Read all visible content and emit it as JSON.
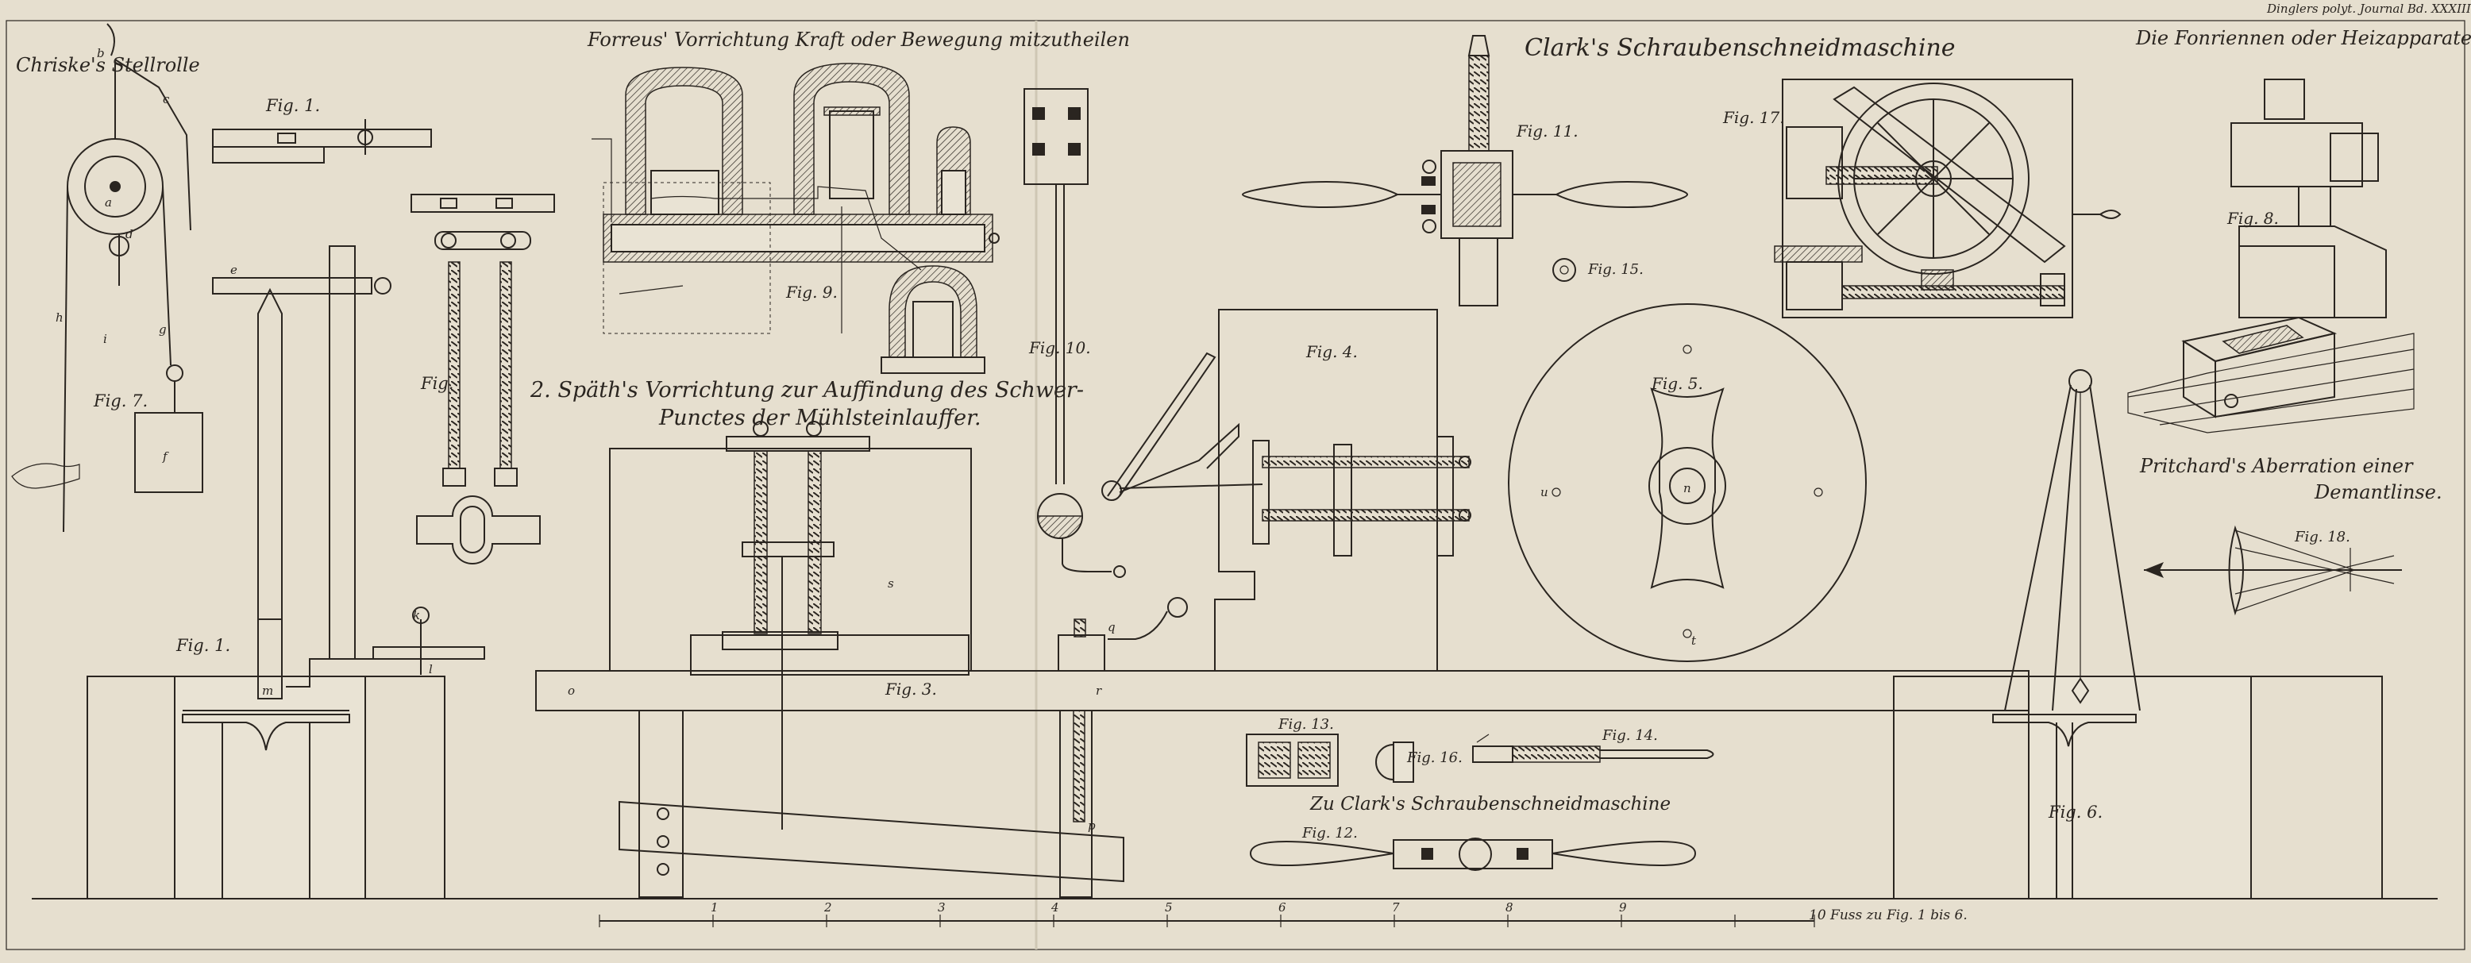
{
  "header": {
    "journal": "Dinglers polyt. Journal Bd. XXXIII. Tb. I."
  },
  "titles": {
    "chriske": "Chriske's Stellrolle",
    "forreus": "Forreus' Vorrichtung Kraft oder Bewegung mitzutheilen",
    "clark": "Clark's Schraubenschneidmaschine",
    "fonriennen": "Die Fonriennen oder Heizapparate",
    "spaeth_1": "2. Späth's Vorrichtung zur Auffindung des Schwer-",
    "spaeth_2": "Punctes der Mühlsteinlauffer.",
    "pritchard_1": "Pritchard's Aberration einer",
    "pritchard_2": "Demantlinse.",
    "zu_clark": "Zu Clark's Schraubenschneidmaschine"
  },
  "figures": {
    "fig1_top": "Fig. 1.",
    "fig1_main": "Fig. 1.",
    "fig_bolts": "Fig.",
    "fig7": "Fig. 7.",
    "fig9": "Fig. 9.",
    "fig10": "Fig. 10.",
    "fig3": "Fig. 3.",
    "fig4": "Fig. 4.",
    "fig5": "Fig. 5.",
    "fig6": "Fig. 6.",
    "fig8": "Fig. 8.",
    "fig11": "Fig. 11.",
    "fig12": "Fig. 12.",
    "fig13": "Fig. 13.",
    "fig14": "Fig. 14.",
    "fig15": "Fig. 15.",
    "fig16": "Fig. 16.",
    "fig17": "Fig. 17.",
    "fig18": "Fig. 18."
  },
  "scale": {
    "ticks": [
      "1",
      "2",
      "3",
      "4",
      "5",
      "6",
      "7",
      "8",
      "9"
    ],
    "caption": "10 Fuss zu Fig. 1 bis 6."
  },
  "letters": {
    "a": "a",
    "b": "b",
    "c": "c",
    "d": "d",
    "e": "e",
    "f": "f",
    "g": "g",
    "h": "h",
    "i": "i",
    "k": "k",
    "l": "l",
    "m": "m",
    "n": "n",
    "o": "o",
    "p": "p",
    "q": "q",
    "r": "r",
    "s": "s",
    "t": "t",
    "u": "u"
  },
  "colors": {
    "paper": "#e6dfcf",
    "ink": "#2a2520"
  }
}
